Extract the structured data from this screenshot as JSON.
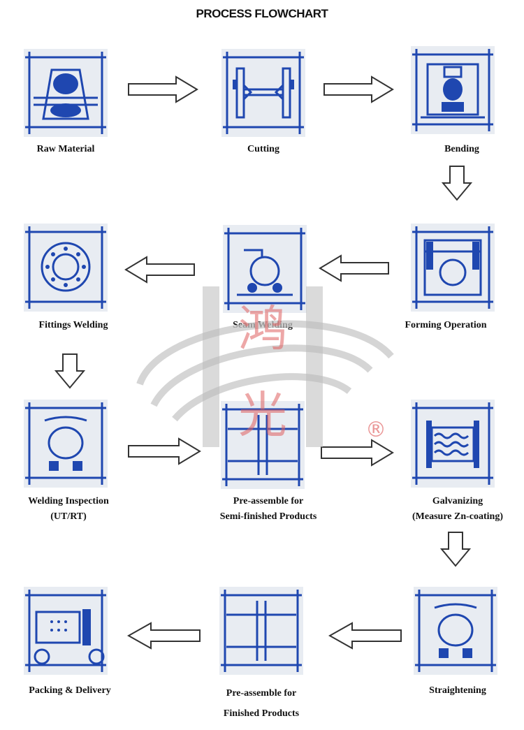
{
  "title": "PROCESS FLOWCHART",
  "steps": [
    {
      "label": "Raw Material"
    },
    {
      "label": "Cutting"
    },
    {
      "label": "Bending"
    },
    {
      "label": "Forming Operation"
    },
    {
      "label": "Seam Welding"
    },
    {
      "label": "Fittings Welding"
    },
    {
      "label": "Welding Inspection",
      "label2": "(UT/RT)"
    },
    {
      "label": "Pre-assemble for",
      "label2": "Semi-finished Products"
    },
    {
      "label": "Galvanizing",
      "label2": "(Measure Zn-coating)"
    },
    {
      "label": "Straightening"
    },
    {
      "label": "Pre-assemble for",
      "label2": "Finished Products"
    },
    {
      "label": "Packing & Delivery"
    }
  ],
  "watermark": {
    "char1": "鸿",
    "char2": "光",
    "mark": "®"
  },
  "colors": {
    "icon_blue": "#1f47b0",
    "box_bg": "#e8ecf2",
    "arrow_stroke": "#333333",
    "watermark_red": "#e06060"
  }
}
